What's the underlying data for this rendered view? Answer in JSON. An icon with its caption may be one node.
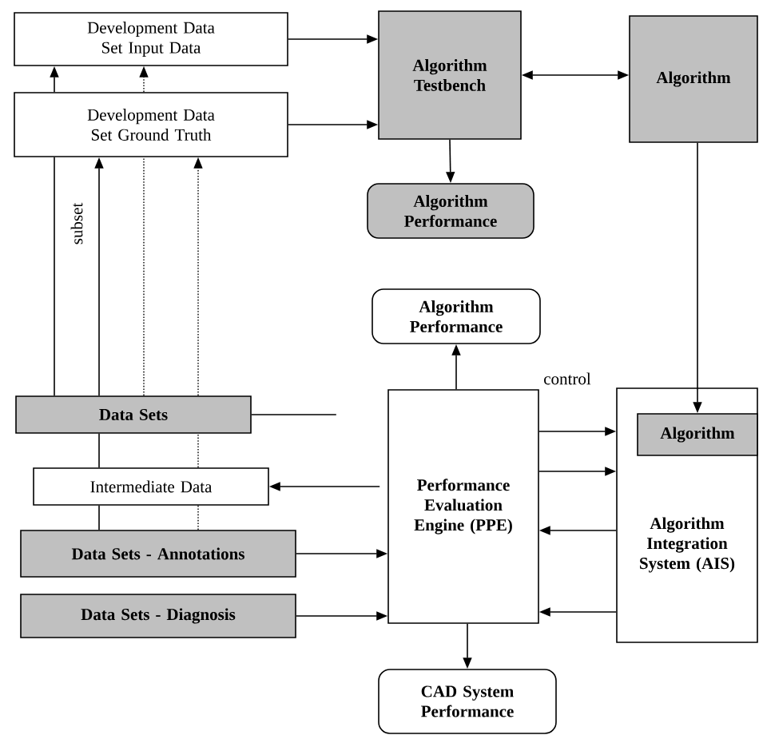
{
  "diagram": {
    "nodes": [
      {
        "text": [
          "Development Data Set Input Data"
        ]
      },
      {
        "text": [
          "Development Data Set Ground Truth"
        ]
      },
      {
        "text": [
          "Algorithm Testbench"
        ]
      },
      {
        "text": [
          "Algorithm"
        ]
      },
      {
        "text": [
          "Algorithm Performance"
        ]
      },
      {
        "text": [
          "Algorithm Performance"
        ]
      },
      {
        "text": [
          "Data Sets"
        ]
      },
      {
        "text": [
          "Intermediate Data"
        ]
      },
      {
        "text": [
          "Data Sets - Annotations"
        ]
      },
      {
        "text": [
          "Data Sets - Diagnosis"
        ]
      },
      {
        "text": [
          "Performance Evaluation Engine (PPE)"
        ]
      },
      {
        "text": [
          "Algorithm Integration System (AIS)"
        ]
      },
      {
        "text": [
          "Algorithm"
        ],
        "in": 11
      },
      {
        "text": [
          "CAD System Performance"
        ]
      }
    ],
    "edges": [
      {
        "from": 0,
        "to": 2,
        "arrow": "to"
      },
      {
        "from": 1,
        "to": 2,
        "arrow": "to"
      },
      {
        "from": 2,
        "to": 3,
        "arrow": "both"
      },
      {
        "from": 2,
        "to": 4,
        "arrow": "to"
      },
      {
        "from": 3,
        "to": 12,
        "arrow": "to"
      },
      {
        "from": 6,
        "to": 1,
        "arrow": "none",
        "label": "subset"
      },
      {
        "from": 1,
        "to": 0,
        "arrow": "to"
      },
      {
        "from": 6,
        "to": 1,
        "arrow": "to"
      },
      {
        "from": 7,
        "to": 6,
        "arrow": "none"
      },
      {
        "from": 8,
        "to": 7,
        "arrow": "none"
      },
      {
        "from": 6,
        "to": 1,
        "arrow": "none",
        "style": "dashed"
      },
      {
        "from": 1,
        "to": 0,
        "arrow": "to",
        "style": "dashed"
      },
      {
        "from": 6,
        "to": 1,
        "arrow": "to",
        "style": "dashed"
      },
      {
        "from": 7,
        "to": 6,
        "arrow": "none",
        "style": "dashed"
      },
      {
        "from": 8,
        "to": 7,
        "arrow": "none",
        "style": "dashed"
      },
      {
        "from": 6,
        "to": null,
        "arrow": "none"
      },
      {
        "from": 10,
        "to": 7,
        "arrow": "to"
      },
      {
        "from": 8,
        "to": 10,
        "arrow": "to"
      },
      {
        "from": 9,
        "to": 10,
        "arrow": "to"
      },
      {
        "from": 10,
        "to": 11,
        "arrow": "to",
        "label": "control"
      },
      {
        "from": 10,
        "to": 11,
        "arrow": "to"
      },
      {
        "from": 11,
        "to": 10,
        "arrow": "to"
      },
      {
        "from": 11,
        "to": 10,
        "arrow": "to"
      },
      {
        "from": 10,
        "to": 5,
        "arrow": "to"
      },
      {
        "from": 10,
        "to": 13,
        "arrow": "to"
      }
    ]
  }
}
